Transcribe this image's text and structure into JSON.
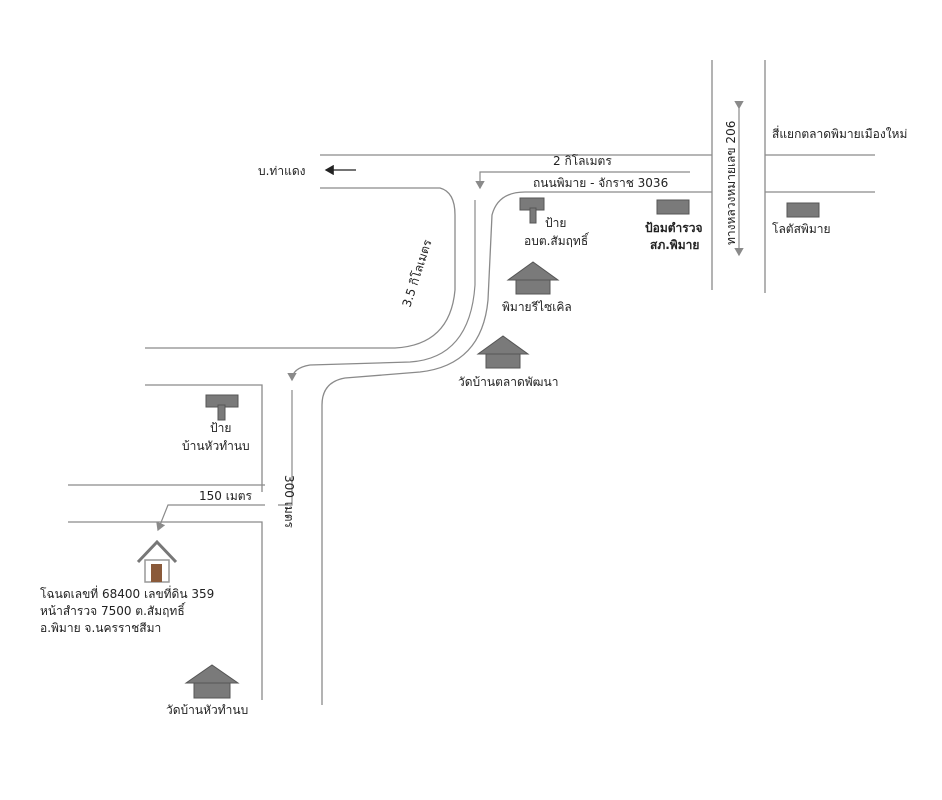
{
  "map": {
    "labels": {
      "ban_tha_daeng": "บ.ท่าแดง",
      "two_km": "2 กิโลเมตร",
      "road_phimai_chakkarat": "ถนนพิมาย - จักราช 3036",
      "highway_206": "ทางหลวงหมายเลข 206",
      "junction_market": "สี่แยกตลาดพิมายเมืองใหม่",
      "sign_obt_1": "ป้าย",
      "sign_obt_2": "อบต.สัมฤทธิ์",
      "police_1": "ป้อมตำรวจ",
      "police_2": "สภ.พิมาย",
      "lotus": "โลตัสพิมาย",
      "recycle": "พิมายรีไซเคิล",
      "wat_talat": "วัดบ้านตลาดพัฒนา",
      "three_five_km": "3.5 กิโลเมตร",
      "three_hundred_m": "300 เมตร",
      "sign_huatanob_1": "ป้าย",
      "sign_huatanob_2": "บ้านหัวทำนบ",
      "one_fifty_m": "150 เมตร",
      "deed_line1": "โฉนดเลขที่ 68400 เลขที่ดิน 359",
      "deed_line2": "หน้าสำรวจ 7500 ต.สัมฤทธิ์",
      "deed_line3": "อ.พิมาย จ.นครราชสีมา",
      "wat_huatanob": "วัดบ้านหัวทำนบ"
    },
    "icons": [
      "sign-icon",
      "police-box-icon",
      "store-icon",
      "temple-icon",
      "house-icon"
    ],
    "colors": {
      "road": "#8a8a8a",
      "building": "#7a7a7a",
      "text": "#222222"
    }
  }
}
